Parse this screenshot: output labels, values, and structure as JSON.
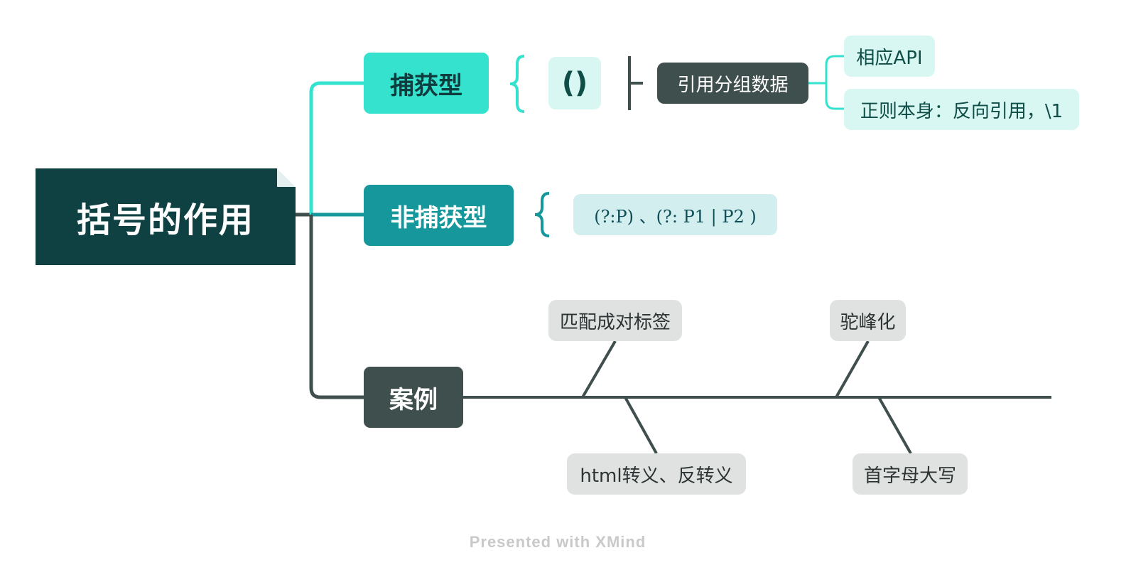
{
  "root": {
    "label": "括号的作用"
  },
  "branches": {
    "capture": {
      "label": "捕获型",
      "paren_symbol": "()",
      "reference": {
        "label": "引用分组数据",
        "children": [
          "相应API",
          "正则本身：反向引用，\\1"
        ]
      }
    },
    "noncapture": {
      "label": "非捕获型",
      "example": "(?:P) 、(?: P1 | P2 )"
    },
    "cases": {
      "label": "案例",
      "items": [
        "匹配成对标签",
        "驼峰化",
        "html转义、反转义",
        "首字母大写"
      ]
    }
  },
  "footer": {
    "label": "Presented with XMind"
  },
  "colors": {
    "root_bg": "#0f4142",
    "capture_bg": "#34e2cd",
    "noncapture_bg": "#15979b",
    "case_bg": "#3f4f4d",
    "light_teal": "#d8f7f2",
    "case_item_bg": "#e0e2e1"
  }
}
